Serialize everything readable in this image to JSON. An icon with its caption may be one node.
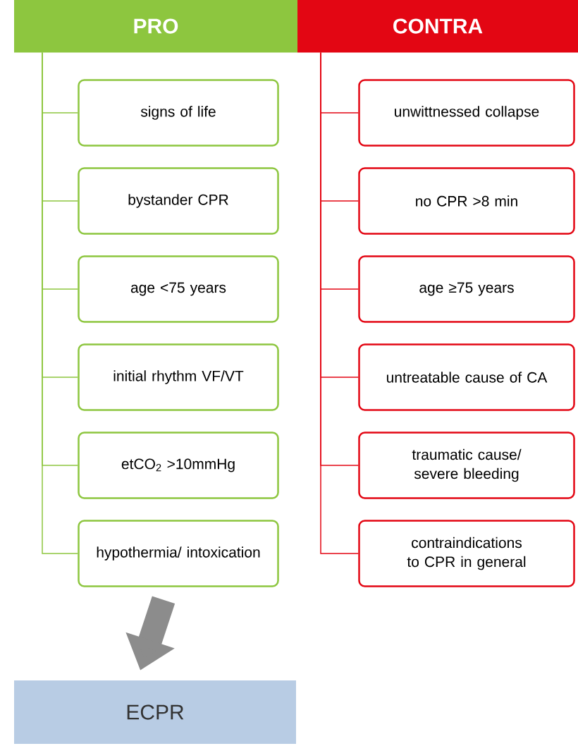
{
  "diagram": {
    "nodes": [
      {
        "text": [
          "PRO"
        ]
      },
      {
        "text": [
          "signs of life"
        ]
      },
      {
        "text": [
          "bystander CPR"
        ]
      },
      {
        "text": [
          "age <75 years"
        ]
      },
      {
        "text": [
          "initial rhythm VF/VT"
        ]
      },
      {
        "text": [
          "etCO$_{2}$ >10mmHg"
        ]
      },
      {
        "text": [
          "hypothermia/ intoxication"
        ]
      },
      {
        "text": [
          "CONTRA"
        ]
      },
      {
        "text": [
          "unwittnessed collapse"
        ]
      },
      {
        "text": [
          "no CPR >8 min"
        ]
      },
      {
        "text": [
          "age ≥75 years"
        ]
      },
      {
        "text": [
          "untreatable cause of CA"
        ]
      },
      {
        "text": [
          "traumatic cause/ severe bleeding"
        ]
      },
      {
        "text": [
          "contraindications to CPR in general"
        ]
      },
      {
        "text": [
          "ECPR"
        ]
      }
    ],
    "edges": [
      {
        "from": 0,
        "to": 1,
        "arrow": "none"
      },
      {
        "from": 0,
        "to": 2,
        "arrow": "none"
      },
      {
        "from": 0,
        "to": 3,
        "arrow": "none"
      },
      {
        "from": 0,
        "to": 4,
        "arrow": "none"
      },
      {
        "from": 0,
        "to": 5,
        "arrow": "none"
      },
      {
        "from": 0,
        "to": 6,
        "arrow": "none"
      },
      {
        "from": 7,
        "to": 8,
        "arrow": "none",
        "color": "#e30613"
      },
      {
        "from": 7,
        "to": 9,
        "arrow": "none",
        "color": "#e30613"
      },
      {
        "from": 7,
        "to": 10,
        "arrow": "none",
        "color": "#e30613"
      },
      {
        "from": 7,
        "to": 11,
        "arrow": "none",
        "color": "#e30613"
      },
      {
        "from": 7,
        "to": 12,
        "arrow": "none",
        "color": "#e30613"
      },
      {
        "from": 7,
        "to": 13,
        "arrow": "none",
        "color": "#e30613"
      },
      {
        "from": 6,
        "to": 14,
        "arrow": "to",
        "style": "thick",
        "color": "#8c8c8c"
      }
    ]
  }
}
